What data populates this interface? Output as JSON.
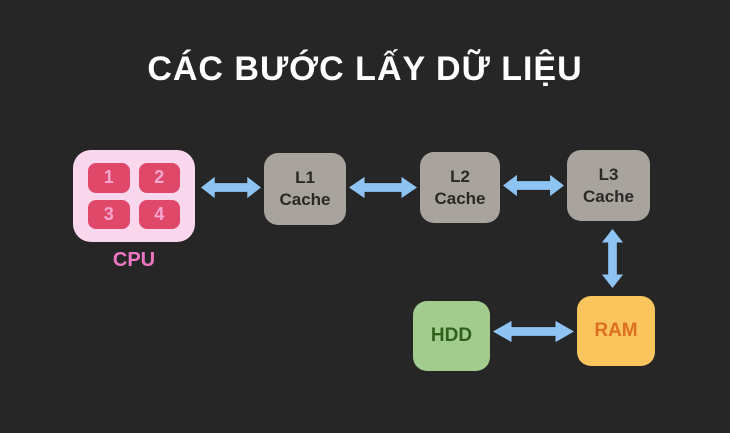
{
  "title": "CÁC BƯỚC LẤY DỮ LIỆU",
  "cpu": {
    "label": "CPU",
    "cores": [
      "1",
      "2",
      "3",
      "4"
    ]
  },
  "nodes": {
    "l1": {
      "line1": "L1",
      "line2": "Cache"
    },
    "l2": {
      "line1": "L2",
      "line2": "Cache"
    },
    "l3": {
      "line1": "L3",
      "line2": "Cache"
    },
    "hdd": {
      "label": "HDD"
    },
    "ram": {
      "label": "RAM"
    }
  },
  "connections": [
    "CPU ↔ L1 Cache",
    "L1 Cache ↔ L2 Cache",
    "L2 Cache ↔ L3 Cache",
    "L3 Cache ↕ RAM",
    "HDD ↔ RAM"
  ],
  "colors": {
    "background": "#262626",
    "title_text": "#ffffff",
    "arrow": "#8ec4f3",
    "cpu_block_bg": "#fbd7ee",
    "cpu_core_bg": "#e0486a",
    "cpu_core_text": "#f7a6d1",
    "cpu_label_text": "#ee76c3",
    "cache_bg": "#a9a39e",
    "cache_text": "#2b2826",
    "hdd_bg": "#a2cb8e",
    "hdd_text": "#2f611c",
    "ram_bg": "#fbc55e",
    "ram_text": "#dd6f1e"
  }
}
